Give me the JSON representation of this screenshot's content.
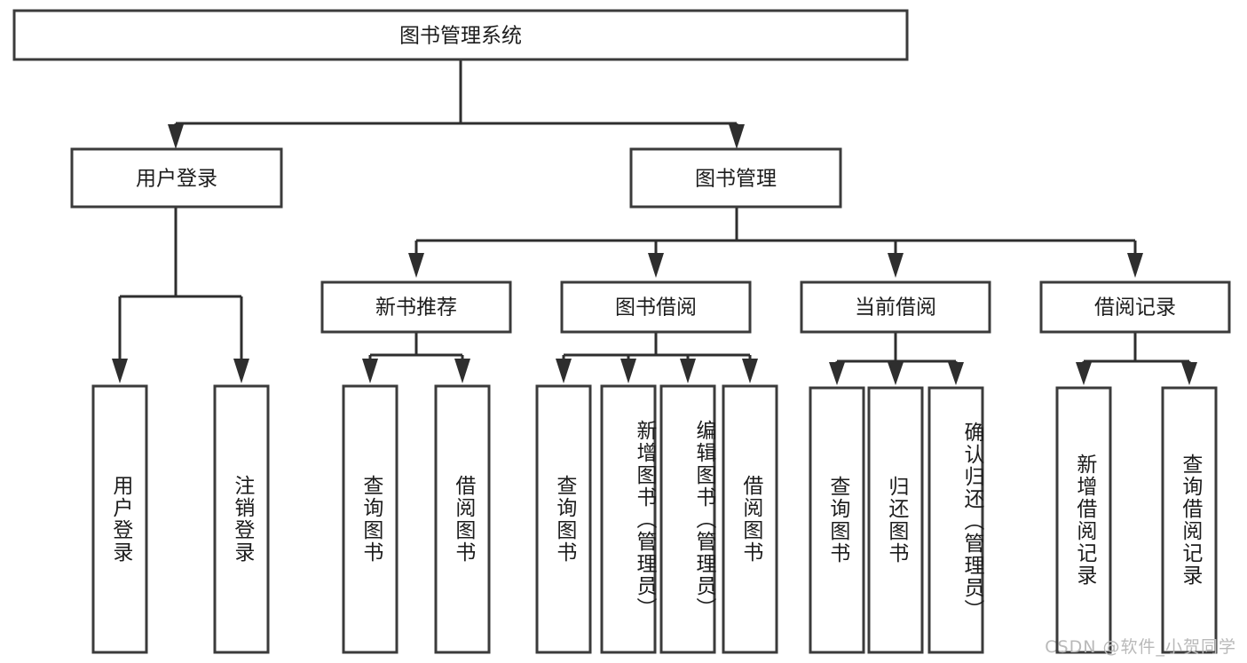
{
  "diagram": {
    "type": "tree-hierarchy-chart",
    "title": "图书管理系统",
    "orientation": "top-down",
    "colors": {
      "box_stroke": "#3b3b3b",
      "box_fill": "#ffffff",
      "connector": "#2e2e2e",
      "text": "#1c1c1c",
      "watermark": "#b9b9b9",
      "background": "#ffffff"
    },
    "root": {
      "label": "图书管理系统",
      "text_direction": "horizontal"
    },
    "level2": [
      {
        "id": "user-login",
        "label": "用户登录",
        "text_direction": "horizontal"
      },
      {
        "id": "book-management",
        "label": "图书管理",
        "text_direction": "horizontal"
      }
    ],
    "level3": [
      {
        "id": "new-book-recommend",
        "label": "新书推荐",
        "text_direction": "horizontal",
        "parent": "book-management"
      },
      {
        "id": "book-borrow",
        "label": "图书借阅",
        "text_direction": "horizontal",
        "parent": "book-management"
      },
      {
        "id": "current-borrow",
        "label": "当前借阅",
        "text_direction": "horizontal",
        "parent": "book-management"
      },
      {
        "id": "borrow-record",
        "label": "借阅记录",
        "text_direction": "horizontal",
        "parent": "book-management"
      }
    ],
    "leaves": [
      {
        "id": "leaf-user-login",
        "label": "用户登录",
        "parent": "user-login",
        "text_direction": "vertical"
      },
      {
        "id": "leaf-logout-login",
        "label": "注销登录",
        "parent": "user-login",
        "text_direction": "vertical"
      },
      {
        "id": "leaf-query-book-1",
        "label": "查询图书",
        "parent": "new-book-recommend",
        "text_direction": "vertical"
      },
      {
        "id": "leaf-borrow-book-1",
        "label": "借阅图书",
        "parent": "new-book-recommend",
        "text_direction": "vertical"
      },
      {
        "id": "leaf-query-book-2",
        "label": "查询图书",
        "parent": "book-borrow",
        "text_direction": "vertical"
      },
      {
        "id": "leaf-add-book",
        "label": "新增图书（管理员）",
        "parent": "book-borrow",
        "text_direction": "vertical"
      },
      {
        "id": "leaf-edit-book",
        "label": "编辑图书（管理员）",
        "parent": "book-borrow",
        "text_direction": "vertical"
      },
      {
        "id": "leaf-borrow-book-2",
        "label": "借阅图书",
        "parent": "book-borrow",
        "text_direction": "vertical"
      },
      {
        "id": "leaf-query-book-3",
        "label": "查询图书",
        "parent": "current-borrow",
        "text_direction": "vertical"
      },
      {
        "id": "leaf-return-book",
        "label": "归还图书",
        "parent": "current-borrow",
        "text_direction": "vertical"
      },
      {
        "id": "leaf-confirm-return",
        "label": "确认归还（管理员）",
        "parent": "current-borrow",
        "text_direction": "vertical"
      },
      {
        "id": "leaf-add-record",
        "label": "新增借阅记录",
        "parent": "borrow-record",
        "text_direction": "vertical"
      },
      {
        "id": "leaf-query-record",
        "label": "查询借阅记录",
        "parent": "borrow-record",
        "text_direction": "vertical"
      }
    ],
    "watermark": "CSDN @软件_小贺同学"
  }
}
